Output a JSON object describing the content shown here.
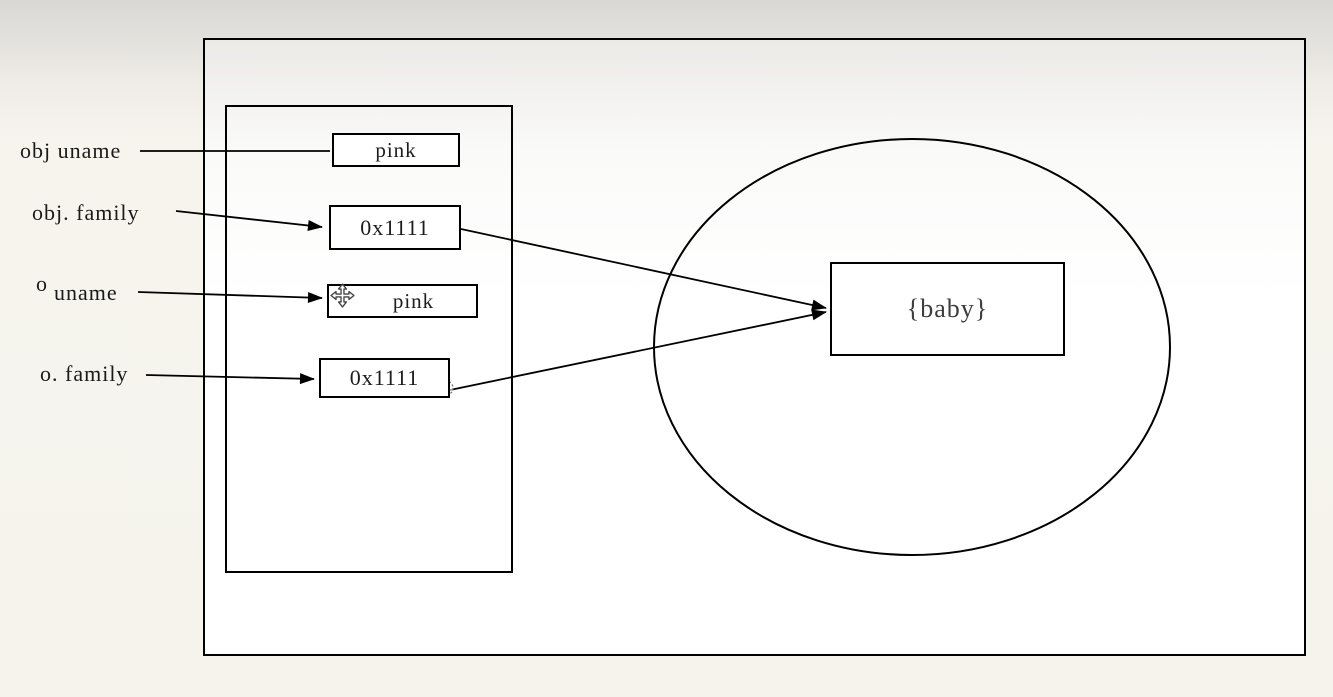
{
  "diagram": {
    "description": "object-reference-diagram",
    "stack": {
      "labels": [
        {
          "id": "obj-uname",
          "text": "obj uname"
        },
        {
          "id": "obj-family",
          "text": "obj. family"
        },
        {
          "id": "o-uname",
          "prefix": "o",
          "text": "uname"
        },
        {
          "id": "o-family",
          "text": "o. family"
        }
      ],
      "boxes": [
        {
          "id": "pink-1",
          "value": "pink"
        },
        {
          "id": "addr-1",
          "value": "0x1111"
        },
        {
          "id": "pink-2",
          "value": "pink"
        },
        {
          "id": "addr-2",
          "value": "0x1111"
        }
      ]
    },
    "heap": {
      "object": {
        "value": "{baby}"
      }
    },
    "icons": {
      "move_handle": "move-icon",
      "connector_anchor": "anchor-icon"
    },
    "colors": {
      "stroke": "#000000",
      "label_text": "#1a1a1a",
      "box_text": "#1c1c1c",
      "baby_text": "#3d3d3d",
      "page_top": "#d9d8d4",
      "page_bottom": "#f6f3ed",
      "frame_fill": "#ffffff"
    }
  }
}
